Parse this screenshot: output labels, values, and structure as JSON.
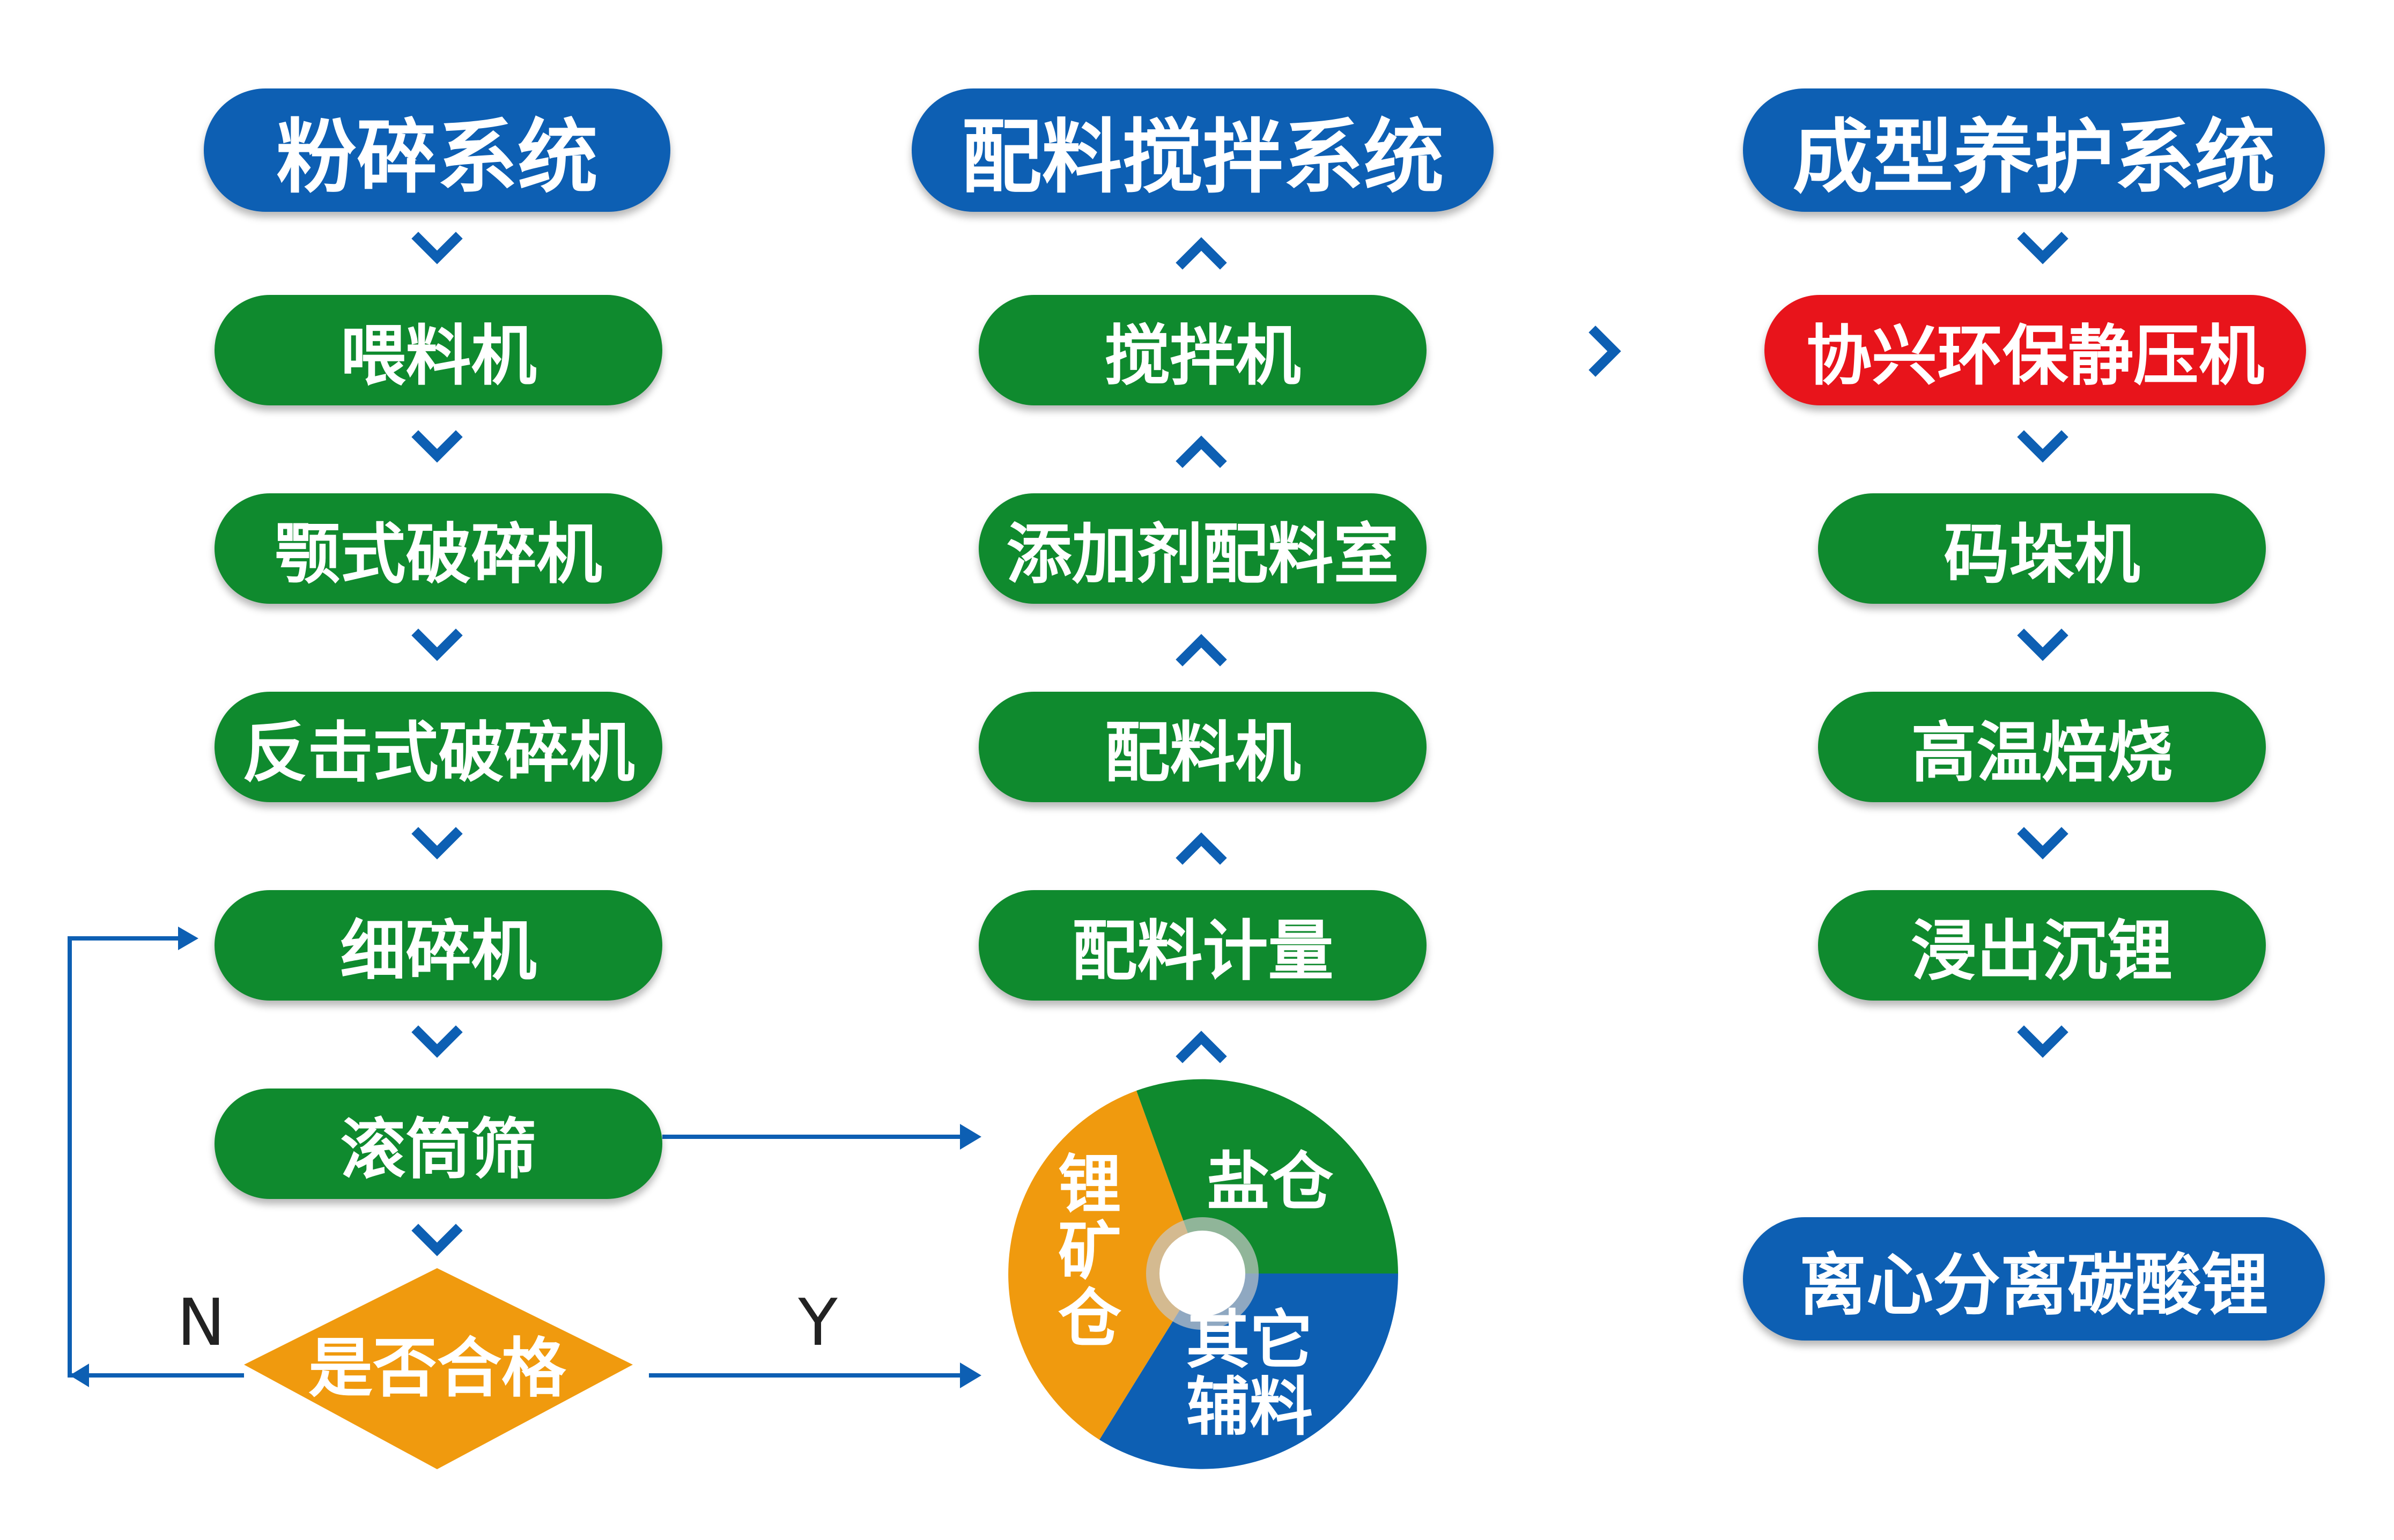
{
  "crushing": {
    "title": "粉碎系统",
    "steps": [
      "喂料机",
      "颚式破碎机",
      "反击式破碎机",
      "细碎机",
      "滚筒筛"
    ],
    "decision": "是否合格",
    "no_label": "N",
    "yes_label": "Y"
  },
  "batching": {
    "title": "配料搅拌系统",
    "steps": [
      "搅拌机",
      "添加剂配料室",
      "配料机",
      "配料计量"
    ],
    "silo": {
      "salt": "盐仓",
      "ore": [
        "锂",
        "矿",
        "仓"
      ],
      "other": [
        "其它",
        "辅料"
      ]
    }
  },
  "forming": {
    "title": "成型养护系统",
    "highlight_step": "协兴环保静压机",
    "steps": [
      "码垛机",
      "高温焙烧",
      "浸出沉锂"
    ],
    "final": "离心分离碳酸锂"
  },
  "colors": {
    "blue": "#0d5fb3",
    "green": "#0f8a2e",
    "red": "#e8141b",
    "orange": "#f09a0e",
    "white": "#ffffff"
  },
  "icons": [
    "chevron-down-icon",
    "chevron-up-icon",
    "chevron-right-icon",
    "arrow-right-icon",
    "arrow-left-icon"
  ]
}
